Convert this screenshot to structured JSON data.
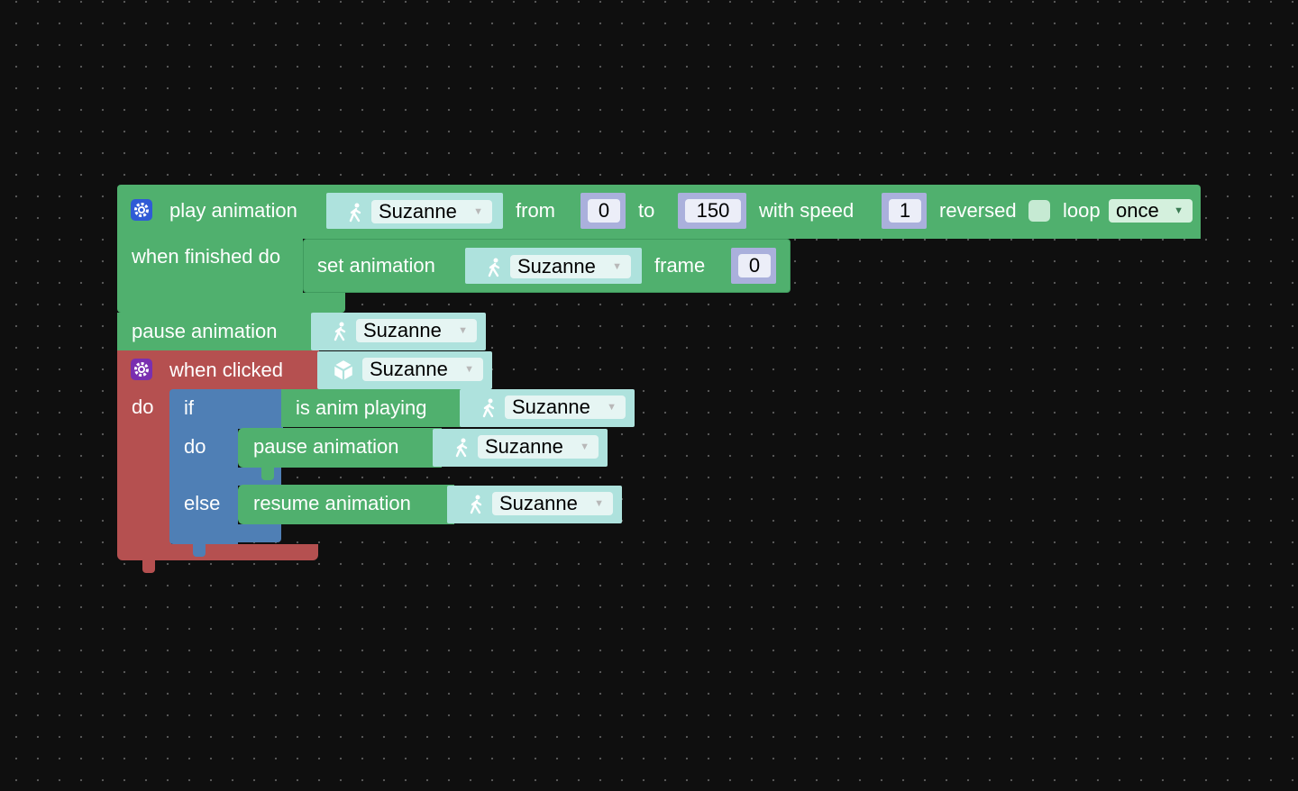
{
  "colors": {
    "motion": "#50b06e",
    "event": "#b55050",
    "logic": "#4f7fb5",
    "object_value": "#aee2dd",
    "number_value": "#aab0dc"
  },
  "play_block": {
    "label": "play animation",
    "object": "Suzanne",
    "from_label": "from",
    "from_value": "0",
    "to_label": "to",
    "to_value": "150",
    "speed_label": "with speed",
    "speed_value": "1",
    "reversed_label": "reversed",
    "loop_label": "loop",
    "loop_value": "once",
    "finished_label": "when finished do"
  },
  "set_block": {
    "label": "set animation",
    "object": "Suzanne",
    "frame_label": "frame",
    "frame_value": "0"
  },
  "pause_block": {
    "label": "pause animation",
    "object": "Suzanne"
  },
  "click_block": {
    "label": "when clicked",
    "object": "Suzanne",
    "do_label": "do"
  },
  "if_block": {
    "if_label": "if",
    "do_label": "do",
    "else_label": "else"
  },
  "playing_block": {
    "label": "is anim playing",
    "object": "Suzanne"
  },
  "inner_pause_block": {
    "label": "pause animation",
    "object": "Suzanne"
  },
  "resume_block": {
    "label": "resume animation",
    "object": "Suzanne"
  }
}
